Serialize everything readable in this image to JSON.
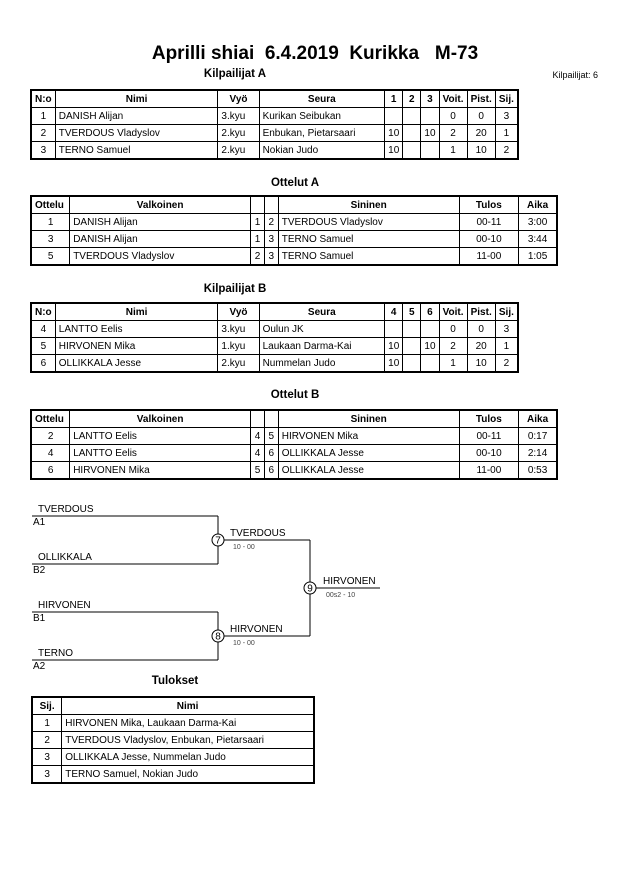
{
  "header": {
    "title": "Aprilli shiai  6.4.2019  Kurikka   M-73",
    "competitors_count": "Kilpailijat: 6"
  },
  "pool_a": {
    "title": "Kilpailijat A",
    "columns": [
      "N:o",
      "Nimi",
      "Vyö",
      "Seura",
      "1",
      "2",
      "3",
      "Voit.",
      "Pist.",
      "Sij."
    ],
    "rows": [
      {
        "no": "1",
        "name": "DANISH Alijan",
        "belt": "3.kyu",
        "club": "Kurikan Seibukan",
        "s1": "",
        "s2": "",
        "s3": "",
        "wins": "0",
        "points": "0",
        "place": "3"
      },
      {
        "no": "2",
        "name": "TVERDOUS Vladyslov",
        "belt": "2.kyu",
        "club": "Enbukan, Pietarsaari",
        "s1": "10",
        "s2": "",
        "s3": "10",
        "wins": "2",
        "points": "20",
        "place": "1"
      },
      {
        "no": "3",
        "name": "TERNO Samuel",
        "belt": "2.kyu",
        "club": "Nokian Judo",
        "s1": "10",
        "s2": "",
        "s3": "",
        "wins": "1",
        "points": "10",
        "place": "2"
      }
    ]
  },
  "matches_a": {
    "title": "Ottelut A",
    "columns": [
      "Ottelu",
      "Valkoinen",
      "Sininen",
      "Tulos",
      "Aika"
    ],
    "rows": [
      {
        "match": "1",
        "white": "DANISH Alijan",
        "wn": "1",
        "bn": "2",
        "blue": "TVERDOUS Vladyslov",
        "result": "00-11",
        "time": "3:00"
      },
      {
        "match": "3",
        "white": "DANISH Alijan",
        "wn": "1",
        "bn": "3",
        "blue": "TERNO Samuel",
        "result": "00-10",
        "time": "3:44"
      },
      {
        "match": "5",
        "white": "TVERDOUS Vladyslov",
        "wn": "2",
        "bn": "3",
        "blue": "TERNO Samuel",
        "result": "11-00",
        "time": "1:05"
      }
    ]
  },
  "pool_b": {
    "title": "Kilpailijat B",
    "columns": [
      "N:o",
      "Nimi",
      "Vyö",
      "Seura",
      "4",
      "5",
      "6",
      "Voit.",
      "Pist.",
      "Sij."
    ],
    "rows": [
      {
        "no": "4",
        "name": "LANTTO Eelis",
        "belt": "3.kyu",
        "club": "Oulun JK",
        "s1": "",
        "s2": "",
        "s3": "",
        "wins": "0",
        "points": "0",
        "place": "3"
      },
      {
        "no": "5",
        "name": "HIRVONEN Mika",
        "belt": "1.kyu",
        "club": "Laukaan Darma-Kai",
        "s1": "10",
        "s2": "",
        "s3": "10",
        "wins": "2",
        "points": "20",
        "place": "1"
      },
      {
        "no": "6",
        "name": "OLLIKKALA Jesse",
        "belt": "2.kyu",
        "club": "Nummelan Judo",
        "s1": "10",
        "s2": "",
        "s3": "",
        "wins": "1",
        "points": "10",
        "place": "2"
      }
    ]
  },
  "matches_b": {
    "title": "Ottelut B",
    "columns": [
      "Ottelu",
      "Valkoinen",
      "Sininen",
      "Tulos",
      "Aika"
    ],
    "rows": [
      {
        "match": "2",
        "white": "LANTTO Eelis",
        "wn": "4",
        "bn": "5",
        "blue": "HIRVONEN Mika",
        "result": "00-11",
        "time": "0:17"
      },
      {
        "match": "4",
        "white": "LANTTO Eelis",
        "wn": "4",
        "bn": "6",
        "blue": "OLLIKKALA Jesse",
        "result": "00-10",
        "time": "2:14"
      },
      {
        "match": "6",
        "white": "HIRVONEN Mika",
        "wn": "5",
        "bn": "6",
        "blue": "OLLIKKALA Jesse",
        "result": "11-00",
        "time": "0:53"
      }
    ]
  },
  "bracket": {
    "p1_name": "TVERDOUS",
    "p1_seed": "A1",
    "p2_name": "OLLIKKALA",
    "p2_seed": "B2",
    "p3_name": "HIRVONEN",
    "p3_seed": "B1",
    "p4_name": "TERNO",
    "p4_seed": "A2",
    "m7_no": "7",
    "m7_winner": "TVERDOUS",
    "m7_score": "10 - 00",
    "m8_no": "8",
    "m8_winner": "HIRVONEN",
    "m8_score": "10 - 00",
    "m9_no": "9",
    "m9_winner": "HIRVONEN",
    "m9_score": "00s2 - 10"
  },
  "results": {
    "title": "Tulokset",
    "columns": [
      "Sij.",
      "Nimi"
    ],
    "rows": [
      {
        "place": "1",
        "name": "HIRVONEN Mika, Laukaan Darma-Kai"
      },
      {
        "place": "2",
        "name": "TVERDOUS Vladyslov, Enbukan, Pietarsaari"
      },
      {
        "place": "3",
        "name": "OLLIKKALA Jesse, Nummelan Judo"
      },
      {
        "place": "3",
        "name": "TERNO Samuel, Nokian Judo"
      }
    ]
  }
}
